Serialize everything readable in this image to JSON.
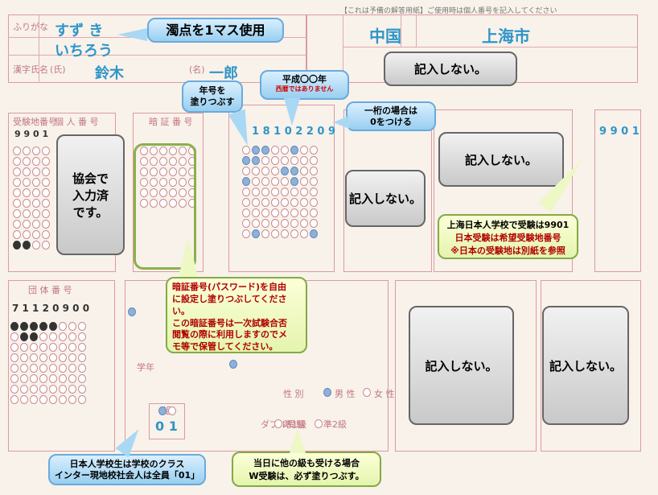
{
  "sheet": {
    "header_title": "【これは予備の解答用紙】ご使用時は個人番号を記入してください",
    "furigana_label": "ふりがな",
    "kanji_name_label": "漢字氏名",
    "surname_label": "(氏)",
    "given_label": "(名)",
    "kana_surname": "すず き",
    "kana_given": "いちろう",
    "kanji_surname": "鈴木",
    "kanji_given": "一郎",
    "country": "中国",
    "city": "上海市",
    "era_digits": "1 8 1 0 2 2 0 9",
    "exam_site_number": "9 9 0 1",
    "individual_digits": "9 9 0 1",
    "group_number": "7 1 1 2 0 9 0 0",
    "class_number": "0 1",
    "sex_label": "性 別",
    "male_label": "男 性",
    "female_label": "女 性",
    "grade_label": "学年",
    "double_exam_label": "ダブル受験",
    "grade1_label": "準1級",
    "grade2_label": "準2級",
    "group_label": "団 体 番 号",
    "exam_label": "受験地番号",
    "personal_label": "個 人 番 号",
    "secret_label": "暗 証 番 号",
    "group_class_label": "組"
  },
  "callouts": {
    "dakuten": "濁点を1マス使用",
    "not_fill_1": "記入しない。",
    "not_fill_2": "記入しない。",
    "not_fill_3": "記入しない。",
    "not_fill_4": "記入しない。",
    "not_fill_5": "記入しない。",
    "association_line1": "協会で",
    "association_line2": "入力済",
    "association_line3": "です。",
    "era_line1": "年号を",
    "era_line2": "塗りつぶす",
    "heisei_line1": "平成〇〇年",
    "heisei_line2": "西暦ではありません",
    "one_digit_line1": "一桁の場合は",
    "one_digit_line2": "0をつける",
    "shanghai_line1": "上海日本人学校で受験は9901",
    "shanghai_line2": "日本受験は希望受験地番号",
    "shanghai_line3": "※日本の受験地は別紙を参照",
    "password_line1": "暗証番号(パスワード)を自由",
    "password_line2": "に設定し塗りつぶしてください。",
    "password_line3": "この暗証番号は一次試験合否",
    "password_line4": "閲覧の際に利用しますのでメ",
    "password_line5": "モ等で保管してください。",
    "class_line1": "日本人学校生は学校のクラス",
    "class_line2": "インター現地校社会人は全員「01」",
    "double_line1": "当日に他の級も受ける場合",
    "double_line2": "W受験は、必ず塗りつぶす。"
  }
}
